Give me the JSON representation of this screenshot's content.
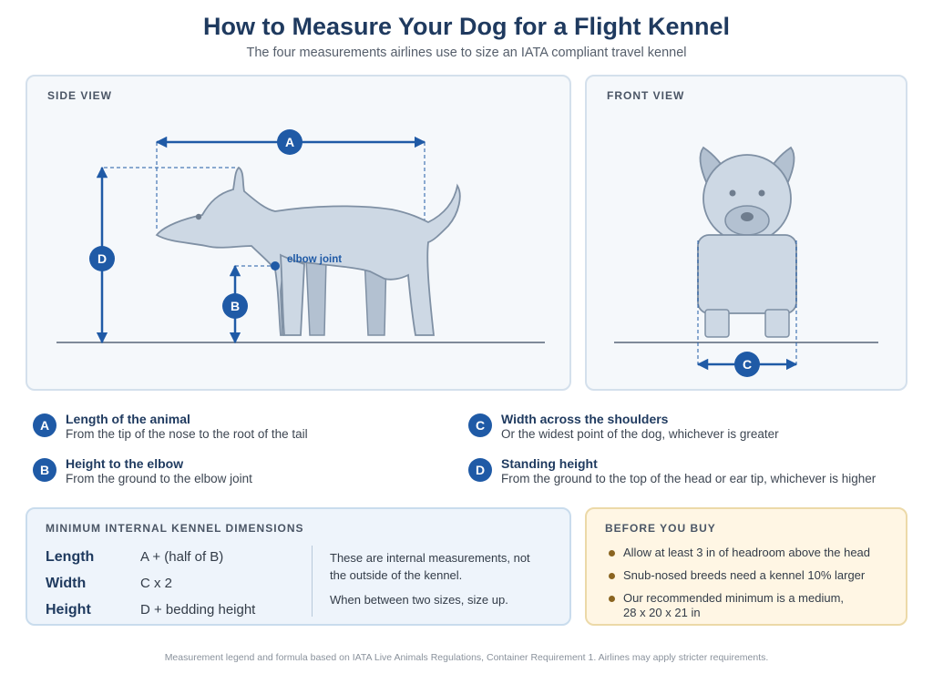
{
  "header": {
    "title": "How to Measure Your Dog for a Flight Kennel",
    "subtitle": "The four measurements airlines use to size an IATA compliant travel kennel"
  },
  "side_view": {
    "label": "SIDE VIEW",
    "marker_a": "A",
    "marker_b": "B",
    "marker_d": "D",
    "elbow_label": "elbow joint"
  },
  "front_view": {
    "label": "FRONT VIEW",
    "marker_c": "C"
  },
  "legend": [
    {
      "letter": "A",
      "title": "Length of the animal",
      "desc": "From the tip of the nose to the root of the tail"
    },
    {
      "letter": "B",
      "title": "Height to the elbow",
      "desc": "From the ground to the elbow joint"
    },
    {
      "letter": "C",
      "title": "Width across the shoulders",
      "desc": "Or the widest point of the dog, whichever is greater"
    },
    {
      "letter": "D",
      "title": "Standing height",
      "desc": "From the ground to the top of the head or ear tip, whichever is higher"
    }
  ],
  "min_dimensions": {
    "label": "MINIMUM INTERNAL KENNEL DIMENSIONS",
    "rows": [
      {
        "name": "Length",
        "formula": "A + (half of B)"
      },
      {
        "name": "Width",
        "formula": "C x 2"
      },
      {
        "name": "Height",
        "formula": "D + bedding height"
      }
    ],
    "note_1": "These are internal measurements, not the outside of the kennel.",
    "note_2": "When between two sizes, size up."
  },
  "before_you_buy": {
    "label": "BEFORE YOU BUY",
    "items": [
      "Allow at least 3 in of headroom above the head",
      "Snub-nosed breeds need a kennel 10% larger",
      "Our recommended minimum is a medium, 28 x 20 x 21 in"
    ]
  },
  "footnote": "Measurement legend and formula based on IATA Live Animals Regulations, Container Requirement 1. Airlines may apply stricter requirements.",
  "colors": {
    "accent": "#1f5aa6",
    "dog_fill": "#cdd8e4",
    "dog_stroke": "#7f90a4",
    "title": "#1f3a5f"
  }
}
